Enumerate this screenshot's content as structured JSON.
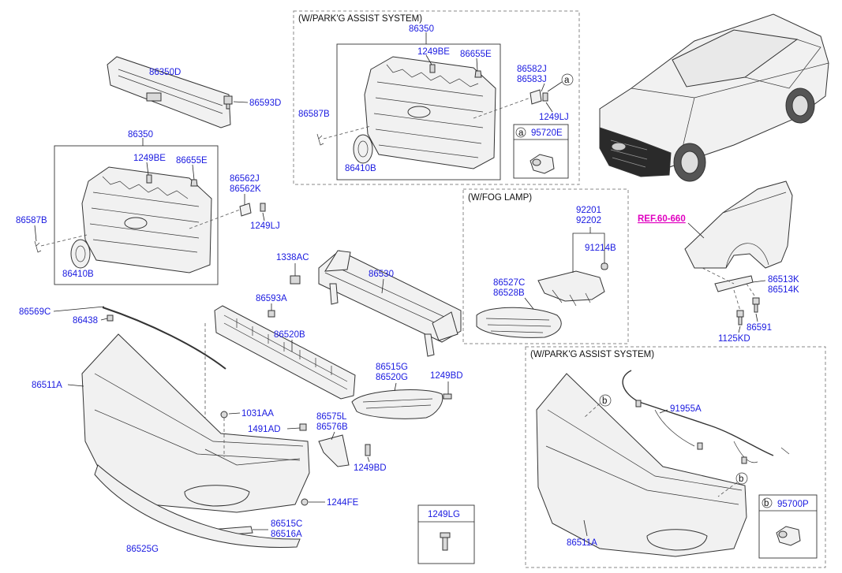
{
  "sections": {
    "park_assist_top": "(W/PARK'G ASSIST SYSTEM)",
    "fog_lamp": "(W/FOG LAMP)",
    "park_assist_bottom": "(W/PARK'G ASSIST SYSTEM)"
  },
  "reference_link": "REF.60-660",
  "callouts": {
    "a": "a",
    "b": "b"
  },
  "parts": {
    "p86350_top": "86350",
    "p1249BE_top": "1249BE",
    "p86655E_top": "86655E",
    "p86582J": "86582J",
    "p86583J": "86583J",
    "p86587B_top": "86587B",
    "p1249LJ_top": "1249LJ",
    "p86410B_top": "86410B",
    "p95720E": "95720E",
    "p86350D": "86350D",
    "p86593D": "86593D",
    "p86350_left": "86350",
    "p1249BE_left": "1249BE",
    "p86655E_left": "86655E",
    "p86562J": "86562J",
    "p86562K": "86562K",
    "p86587B_left": "86587B",
    "p1249LJ_left": "1249LJ",
    "p86410B_left": "86410B",
    "p92201": "92201",
    "p92202": "92202",
    "p91214B": "91214B",
    "p86527C": "86527C",
    "p86528B": "86528B",
    "p1338AC": "1338AC",
    "p86530": "86530",
    "p86593A": "86593A",
    "p86520B": "86520B",
    "p86569C": "86569C",
    "p86438": "86438",
    "p86511A_left": "86511A",
    "p86515G": "86515G",
    "p86520G": "86520G",
    "p1249BD_right": "1249BD",
    "p1031AA": "1031AA",
    "p1491AD": "1491AD",
    "p86575L": "86575L",
    "p86576B": "86576B",
    "p1249BD_mid": "1249BD",
    "p1244FE": "1244FE",
    "p86515C": "86515C",
    "p86516A": "86516A",
    "p86525G": "86525G",
    "p1249LG": "1249LG",
    "p86513K": "86513K",
    "p86514K": "86514K",
    "p86591": "86591",
    "p1125KD": "1125KD",
    "p91955A": "91955A",
    "p95700P": "95700P",
    "p86511A_right": "86511A"
  }
}
